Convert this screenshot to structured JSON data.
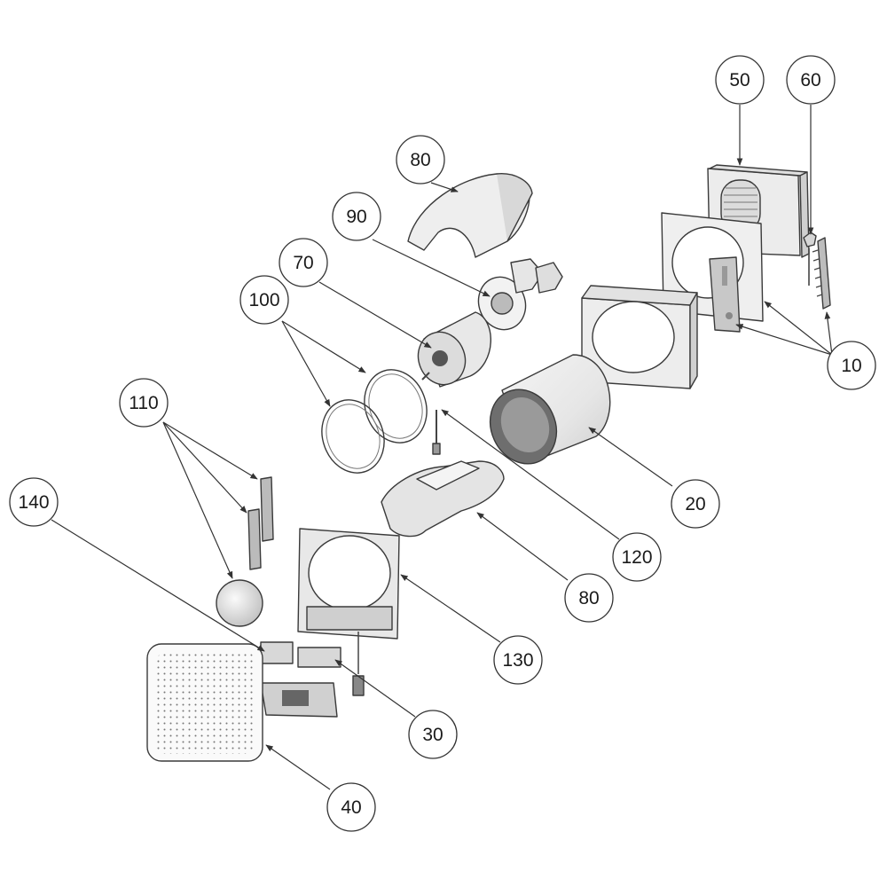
{
  "callouts": [
    {
      "id": "c50",
      "text": "50"
    },
    {
      "id": "c60",
      "text": "60"
    },
    {
      "id": "c80a",
      "text": "80"
    },
    {
      "id": "c90",
      "text": "90"
    },
    {
      "id": "c70",
      "text": "70"
    },
    {
      "id": "c100",
      "text": "100"
    },
    {
      "id": "c10",
      "text": "10"
    },
    {
      "id": "c110",
      "text": "110"
    },
    {
      "id": "c140",
      "text": "140"
    },
    {
      "id": "c20",
      "text": "20"
    },
    {
      "id": "c120",
      "text": "120"
    },
    {
      "id": "c80b",
      "text": "80"
    },
    {
      "id": "c130",
      "text": "130"
    },
    {
      "id": "c30",
      "text": "30"
    },
    {
      "id": "c40",
      "text": "40"
    }
  ]
}
